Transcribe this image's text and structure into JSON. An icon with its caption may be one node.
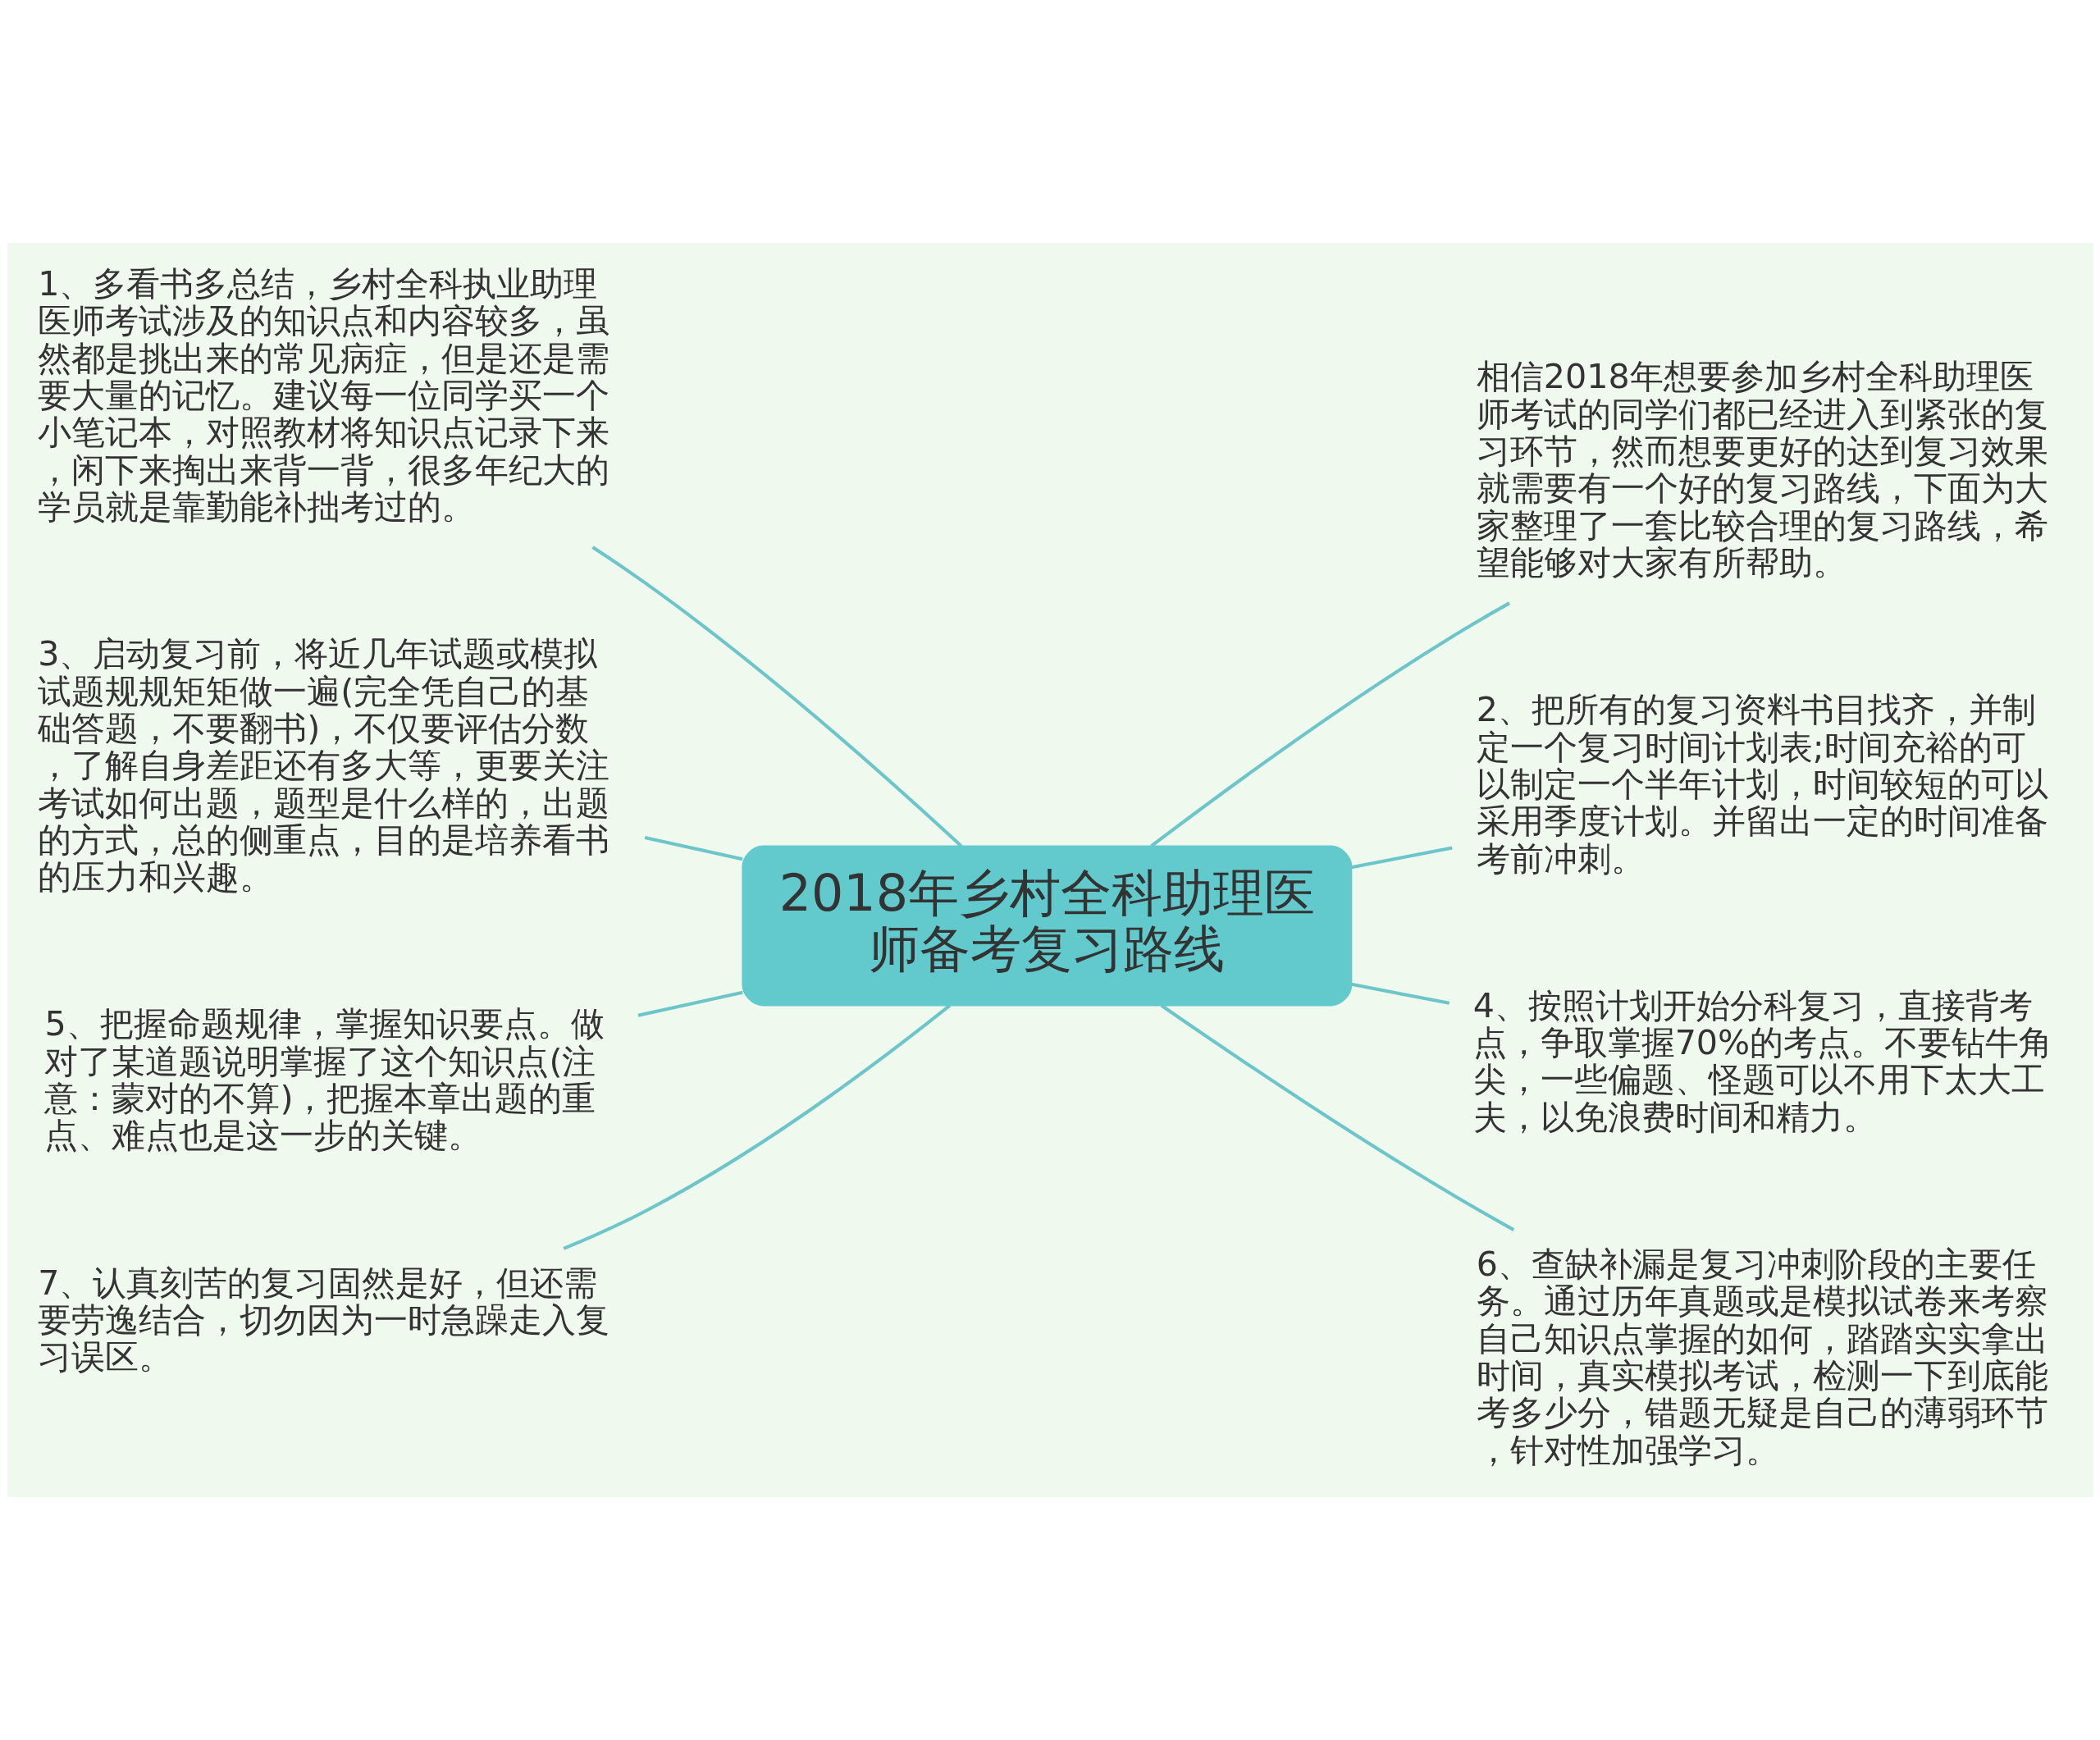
{
  "diagram": {
    "nodes": [
      {
        "text": [
          "2018年乡村全科助理医师备考复习路线"
        ]
      },
      {
        "text": [
          "1、多看书多总结，乡村全科执业助理医师考试涉及的知识点和内容较多，虽然都是挑出来的常见病症，但是还是需要大量的记忆。建议每一位同学买一个小笔记本，对照教材将知识点记录下来，闲下来掏出来背一背，很多年纪大的学员就是靠勤能补拙考过的。"
        ]
      },
      {
        "text": [
          "3、启动复习前，将近几年试题或模拟试题规规矩矩做一遍(完全凭自己的基础答题，不要翻书)，不仅要评估分数，了解自身差距还有多大等，更要关注考试如何出题，题型是什么样的，出题的方式，总的侧重点，目的是培养看书的压力和兴趣。"
        ]
      },
      {
        "text": [
          "5、把握命题规律，掌握知识要点。做对了某道题说明掌握了这个知识点(注意：蒙对的不算)，把握本章出题的重点、难点也是这一步的关键。"
        ]
      },
      {
        "text": [
          "7、认真刻苦的复习固然是好，但还需要劳逸结合，切勿因为一时急躁走入复习误区。"
        ]
      },
      {
        "text": [
          "相信2018年想要参加乡村全科助理医师考试的同学们都已经进入到紧张的复习环节，然而想要更好的达到复习效果就需要有一个好的复习路线，下面为大家整理了一套比较合理的复习路线，希望能够对大家有所帮助。"
        ]
      },
      {
        "text": [
          "2、把所有的复习资料书目找齐，并制定一个复习时间计划表;时间充裕的可以制定一个半年计划，时间较短的可以采用季度计划。并留出一定的时间准备考前冲刺。"
        ]
      },
      {
        "text": [
          "4、按照计划开始分科复习，直接背考点，争取掌握70%的考点。不要钻牛角尖，一些偏题、怪题可以不用下太大工夫，以免浪费时间和精力。"
        ]
      },
      {
        "text": [
          "6、查缺补漏是复习冲刺阶段的主要任务。通过历年真题或是模拟试卷来考察自己知识点掌握的如何，踏踏实实拿出时间，真实模拟考试，检测一下到底能考多少分，错题无疑是自己的薄弱环节，针对性加强学习。"
        ]
      }
    ],
    "edges": [
      {
        "from": 0,
        "to": 1,
        "arrow": "none"
      },
      {
        "from": 0,
        "to": 2,
        "arrow": "none"
      },
      {
        "from": 0,
        "to": 3,
        "arrow": "none"
      },
      {
        "from": 0,
        "to": 4,
        "arrow": "none"
      },
      {
        "from": 0,
        "to": 5,
        "arrow": "none"
      },
      {
        "from": 0,
        "to": 6,
        "arrow": "none"
      },
      {
        "from": 0,
        "to": 7,
        "arrow": "none"
      },
      {
        "from": 0,
        "to": 8,
        "arrow": "none"
      }
    ]
  }
}
